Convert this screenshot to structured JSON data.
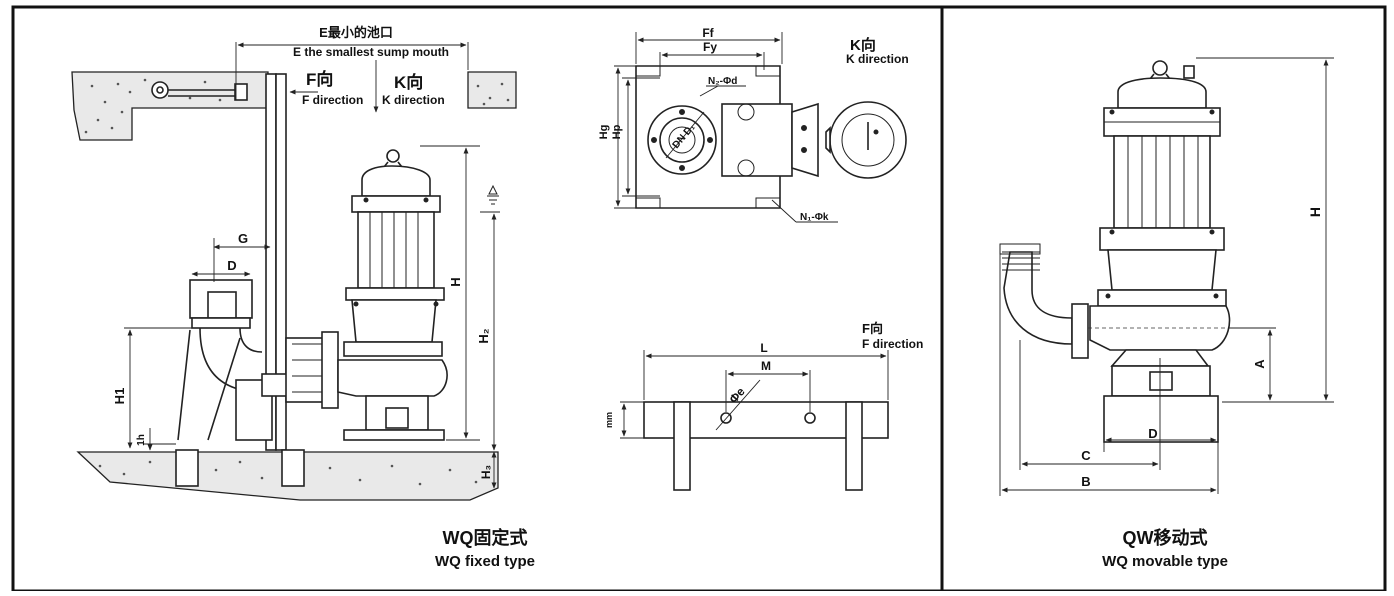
{
  "diagram": {
    "fixed_view": {
      "sump_mouth_cn": "E最小的池口",
      "sump_mouth_en": "E the smallest sump mouth",
      "f_dir_cn": "F向",
      "f_dir_en": "F direction",
      "k_dir_cn": "K向",
      "k_dir_en": "K direction",
      "dim_G": "G",
      "dim_D": "D",
      "dim_H": "H",
      "dim_H1": "H1",
      "dim_H2": "H₂",
      "dim_H3": "H₃",
      "dim_h": "1h",
      "caption_cn": "WQ固定式",
      "caption_en": "WQ fixed type"
    },
    "k_view": {
      "title_cn": "K向",
      "title_en": "K direction",
      "dim_Ff": "Ff",
      "dim_Fy": "Fy",
      "dim_Hg": "Hg",
      "dim_Hp": "Hp",
      "bolt_d": "N₂-Φd",
      "bolt_k": "N₁-Φk",
      "flange_label": "DN D₁"
    },
    "f_view": {
      "title_cn": "F向",
      "title_en": "F direction",
      "dim_L": "L",
      "dim_M": "M",
      "dim_e": "Φe",
      "dim_mm": "mm"
    },
    "movable_view": {
      "dim_H": "H",
      "dim_A": "A",
      "dim_B": "B",
      "dim_C": "C",
      "dim_D": "D",
      "caption_cn": "QW移动式",
      "caption_en": "WQ movable type"
    }
  }
}
